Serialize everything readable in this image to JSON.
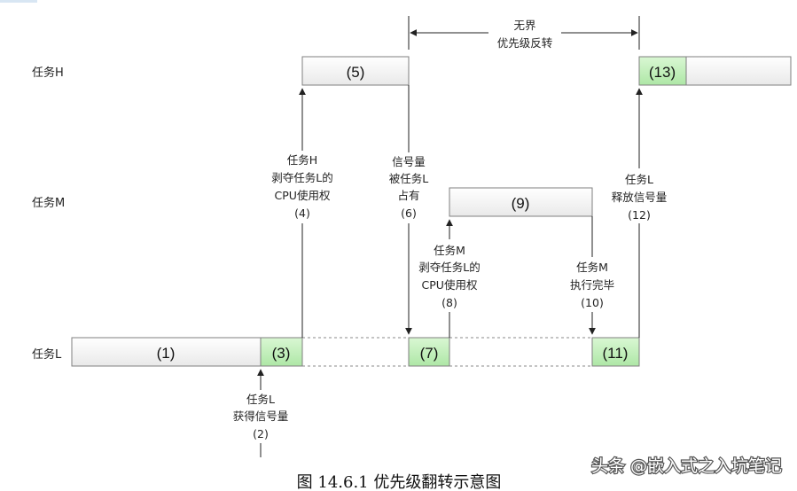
{
  "tasks": {
    "h": "任务H",
    "m": "任务M",
    "l": "任务L"
  },
  "boxes": {
    "b1": "(1)",
    "b3": "(3)",
    "b5": "(5)",
    "b7": "(7)",
    "b9": "(9)",
    "b11": "(11)",
    "b13": "(13)"
  },
  "annotations": {
    "inversion": [
      "无界",
      "优先级反转"
    ],
    "step2": [
      "任务L",
      "获得信号量",
      "(2)"
    ],
    "step4": [
      "任务H",
      "剥夺任务L的",
      "CPU使用权",
      "(4)"
    ],
    "step6": [
      "信号量",
      "被任务L",
      "占有",
      "(6)"
    ],
    "step8": [
      "任务M",
      "剥夺任务L的",
      "CPU使用权",
      "(8)"
    ],
    "step10": [
      "任务M",
      "执行完毕",
      "(10)"
    ],
    "step12": [
      "任务L",
      "释放信号量",
      "(12)"
    ]
  },
  "caption": "图 14.6.1  优先级翻转示意图",
  "watermark": "头条 @嵌入式之入坑笔记",
  "colors": {
    "green_fill": "#c6f0c0",
    "white_fill": "#f4f4f4",
    "box_stroke": "#7f7f7f",
    "line": "#222222"
  }
}
